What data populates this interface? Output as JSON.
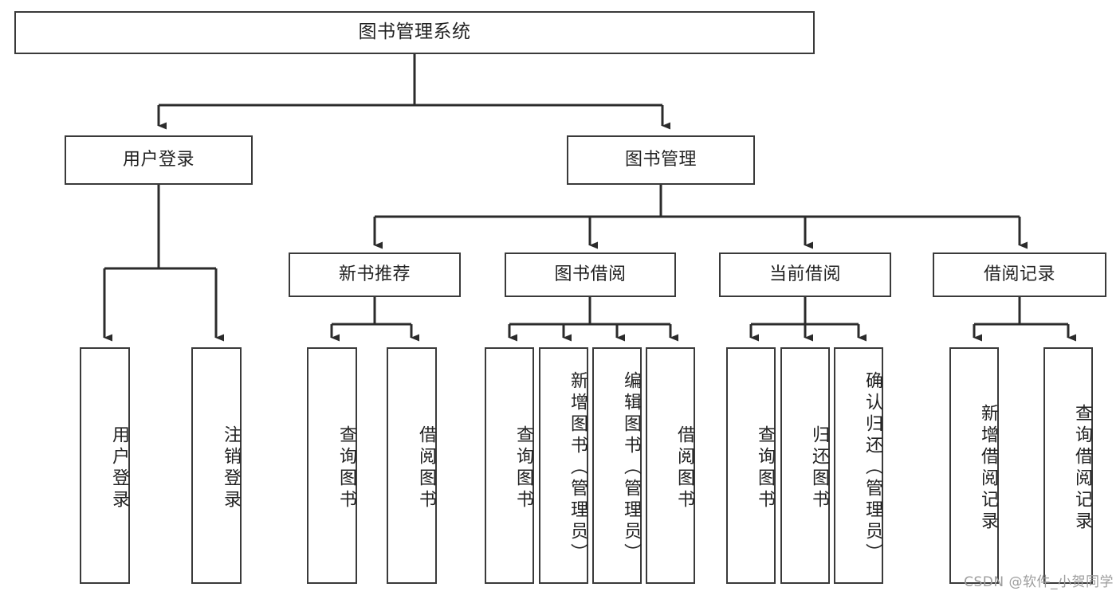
{
  "diagram": {
    "title": "图书管理系统",
    "type": "tree-hierarchy-diagram",
    "orientation": "top-down",
    "colors": {
      "box_border": "#3a3a3a",
      "box_fill": "#ffffff",
      "connector": "#2b2b2b",
      "text": "#222222",
      "watermark": "#9d9d9d"
    }
  },
  "root": {
    "label": "图书管理系统"
  },
  "level2": [
    {
      "label": "用户登录"
    },
    {
      "label": "图书管理"
    }
  ],
  "level3": [
    {
      "label": "新书推荐"
    },
    {
      "label": "图书借阅"
    },
    {
      "label": "当前借阅"
    },
    {
      "label": "借阅记录"
    }
  ],
  "leaves": {
    "user_login": [
      {
        "label": "用户登录"
      },
      {
        "label": "注销登录"
      }
    ],
    "new_book_recommend": [
      {
        "label": "查询图书"
      },
      {
        "label": "借阅图书"
      }
    ],
    "book_borrow": [
      {
        "label": "查询图书"
      },
      {
        "label": "新增图书（管理员）"
      },
      {
        "label": "编辑图书（管理员）"
      },
      {
        "label": "借阅图书"
      }
    ],
    "current_borrow": [
      {
        "label": "查询图书"
      },
      {
        "label": "归还图书"
      },
      {
        "label": "确认归还（管理员）"
      }
    ],
    "borrow_record": [
      {
        "label": "新增借阅记录"
      },
      {
        "label": "查询借阅记录"
      }
    ]
  },
  "watermark": {
    "text": "CSDN @软件_小贺同学"
  }
}
